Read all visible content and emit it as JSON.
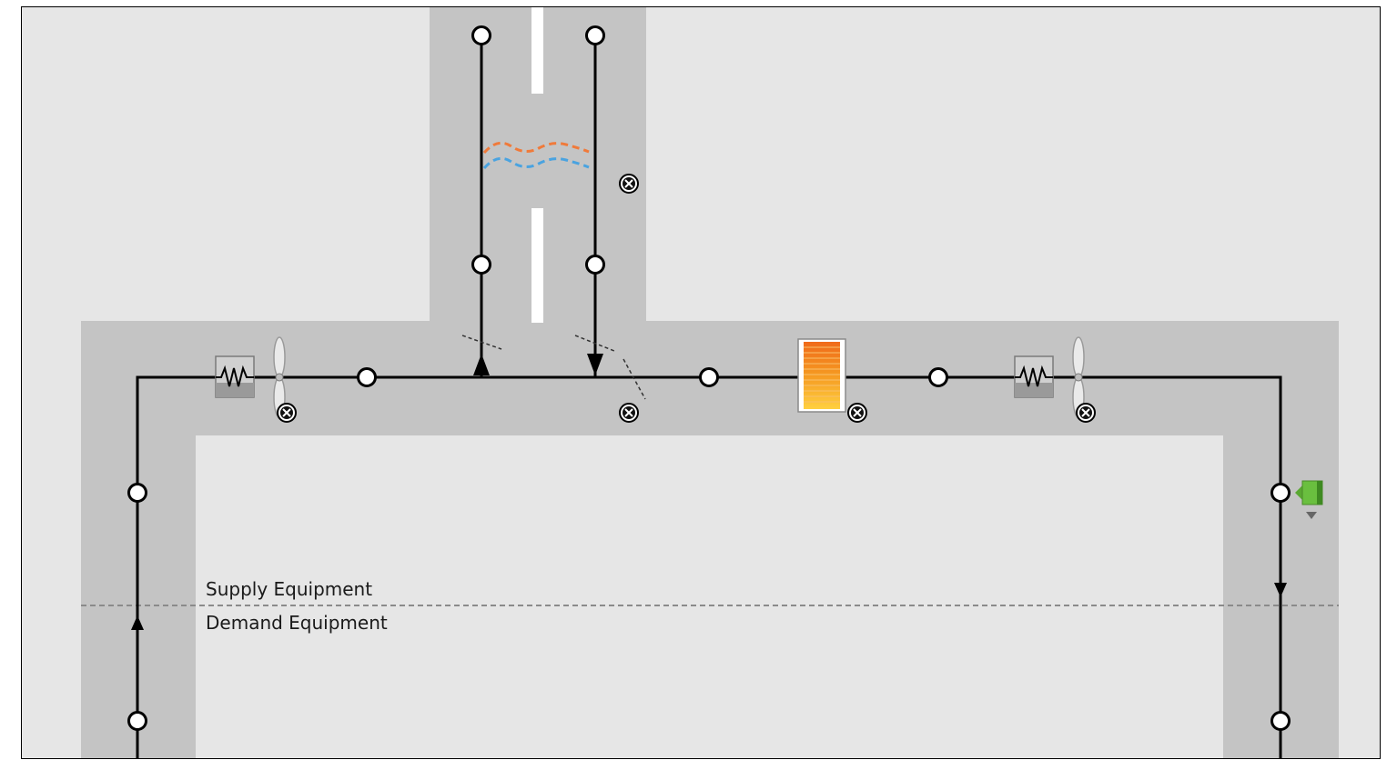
{
  "diagram": {
    "type": "air-loop-hvac",
    "supply_label": "Supply Equipment",
    "demand_label": "Demand Equipment",
    "colors": {
      "background": "#e6e6e6",
      "path_band": "#c4c4c4",
      "line": "#000000",
      "hx_warm": "#f07a3a",
      "hx_cool": "#4aa3e0",
      "coil_orange": "#f5a623",
      "setpoint_green": "#6abf3f"
    },
    "components": [
      {
        "name": "heat-exchanger-icon"
      },
      {
        "name": "electric-heater-icon"
      },
      {
        "name": "fan-icon"
      },
      {
        "name": "heating-coil-icon"
      },
      {
        "name": "outdoor-air-damper-icon"
      },
      {
        "name": "setpoint-manager-icon"
      }
    ]
  }
}
